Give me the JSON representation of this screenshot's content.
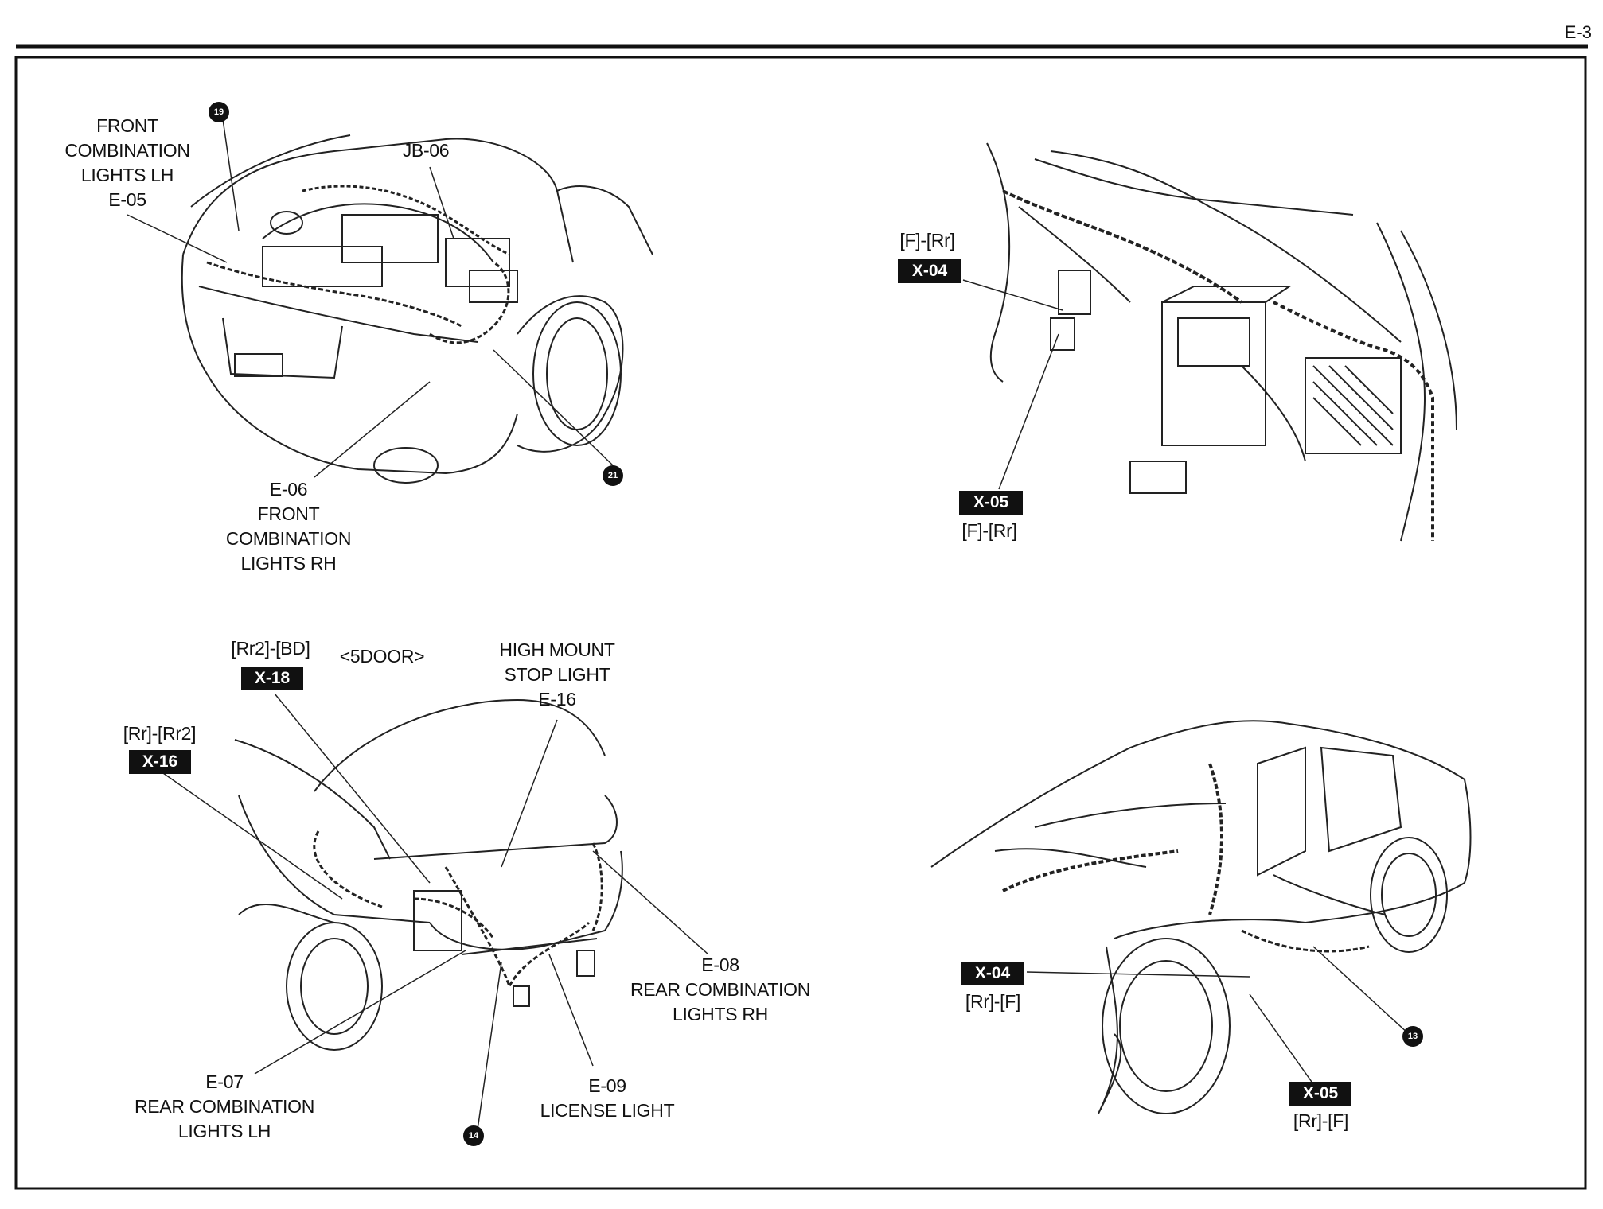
{
  "page_number": "E-3",
  "panels": {
    "front": {
      "front_lh": [
        "FRONT",
        "COMBINATION",
        "LIGHTS LH",
        "E-05"
      ],
      "jb": "JB-06",
      "front_rh": [
        "E-06",
        "FRONT",
        "COMBINATION",
        "LIGHTS RH"
      ],
      "ground_a": "19",
      "ground_b": "21"
    },
    "dash": {
      "x04_code": "[F]-[Rr]",
      "x04_box": "X-04",
      "x05_box": "X-05",
      "x05_code": "[F]-[Rr]"
    },
    "rear": {
      "x18_code": "[Rr2]-[BD]",
      "x18_box": "X-18",
      "door_note": "<5DOOR>",
      "high_mount": [
        "HIGH MOUNT",
        "STOP LIGHT",
        "E-16"
      ],
      "x16_code": "[Rr]-[Rr2]",
      "x16_box": "X-16",
      "rear_rh": [
        "E-08",
        "REAR COMBINATION",
        "LIGHTS RH"
      ],
      "rear_lh": [
        "E-07",
        "REAR COMBINATION",
        "LIGHTS LH"
      ],
      "license": [
        "E-09",
        "LICENSE LIGHT"
      ],
      "ground": "14"
    },
    "body": {
      "x04_box": "X-04",
      "x04_code": "[Rr]-[F]",
      "x05_box": "X-05",
      "x05_code": "[Rr]-[F]",
      "ground": "13"
    }
  }
}
